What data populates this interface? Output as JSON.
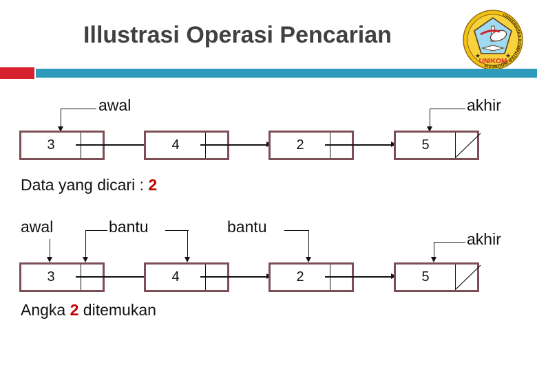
{
  "header": {
    "title": "Illustrasi Operasi Pencarian",
    "logo_alt": "UNIKOM logo",
    "logo_text_outer": "UNIVERSITAS KOMPUTER INDONESIA",
    "logo_text_inner": "UNIKOM",
    "accent_red": "#D6212F",
    "accent_teal": "#2F9BBC",
    "title_color": "#404040"
  },
  "style": {
    "node_border": "#7C4F57",
    "line": "#111111",
    "highlight": "#C00000"
  },
  "diagram_top": {
    "nodes": [
      {
        "value": "3"
      },
      {
        "value": "4"
      },
      {
        "value": "2"
      },
      {
        "value": "5",
        "null_pointer": true
      }
    ],
    "pointers": [
      {
        "label": "awal",
        "target_index": 0
      },
      {
        "label": "akhir",
        "target_index": 3
      }
    ]
  },
  "caption_mid": {
    "prefix": "Data yang dicari : ",
    "value": "2",
    "suffix": ""
  },
  "diagram_bottom": {
    "nodes": [
      {
        "value": "3"
      },
      {
        "value": "4"
      },
      {
        "value": "2"
      },
      {
        "value": "5",
        "null_pointer": true
      }
    ],
    "pointers": [
      {
        "label": "awal",
        "target_index": 0
      },
      {
        "label": "bantu",
        "target_index": 0
      },
      {
        "label": "bantu",
        "target_index": 1
      },
      {
        "label": "bantu",
        "target_index": 2
      },
      {
        "label": "akhir",
        "target_index": 3
      }
    ]
  },
  "caption_bottom": {
    "prefix": "Angka ",
    "value": "2",
    "suffix": " ditemukan"
  }
}
